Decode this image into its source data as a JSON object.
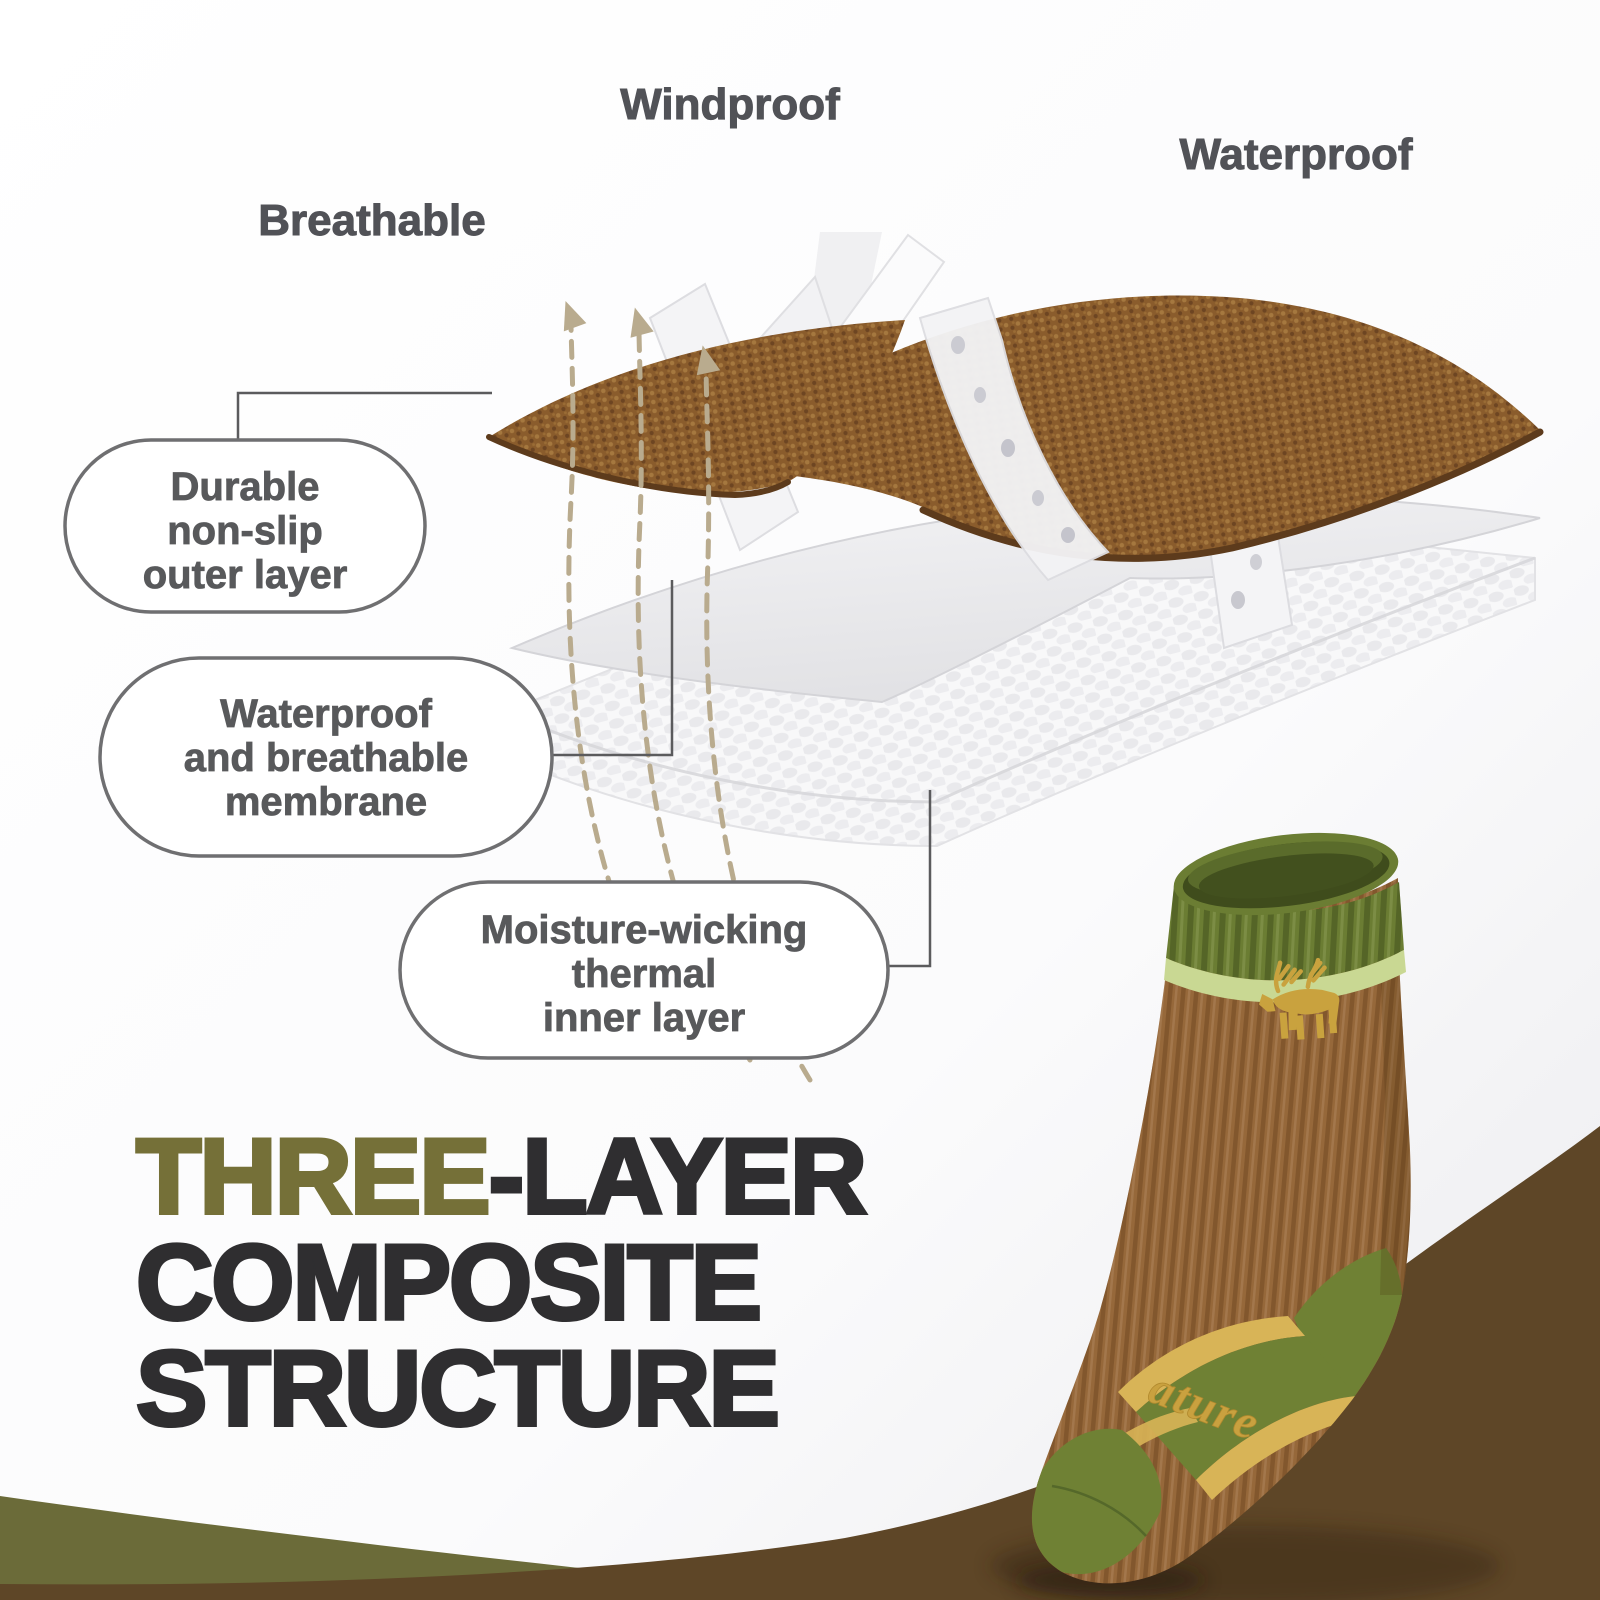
{
  "header_labels": {
    "windproof": "Windproof",
    "waterproof": "Waterproof",
    "breathable": "Breathable"
  },
  "callouts": [
    {
      "line1": "Durable",
      "line2": "non-slip",
      "line3": "outer layer"
    },
    {
      "line1": "Waterproof",
      "line2": "and breathable",
      "line3": "membrane"
    },
    {
      "line1": "Moisture-wicking",
      "line2": "thermal",
      "line3": "inner layer"
    }
  ],
  "title": {
    "accent": "THREE",
    "rest": "-LAYER",
    "line2": "COMPOSITE",
    "line3": "STRUCTURE"
  },
  "sock": {
    "brand_text": "ature",
    "logo_icon": "moose-icon"
  },
  "colors": {
    "title_accent": "#757038",
    "title_dark": "#2f2e30",
    "label_gray": "#515257",
    "callout_text": "#58595b",
    "bubble_border": "#6f6f71",
    "outer_layer_brown": "#8a5c2c",
    "membrane_gray": "#e9e9eb",
    "inner_layer_white": "#f7f7f8",
    "ground_brown": "#5e4627",
    "band_olive": "#6b6b39",
    "sock_brown": "#96683a",
    "sock_green": "#6b7d33",
    "cuff_stripe_green": "#c9d893",
    "gold": "#c9a23e",
    "dashed_arrow": "#b9ab8e"
  }
}
